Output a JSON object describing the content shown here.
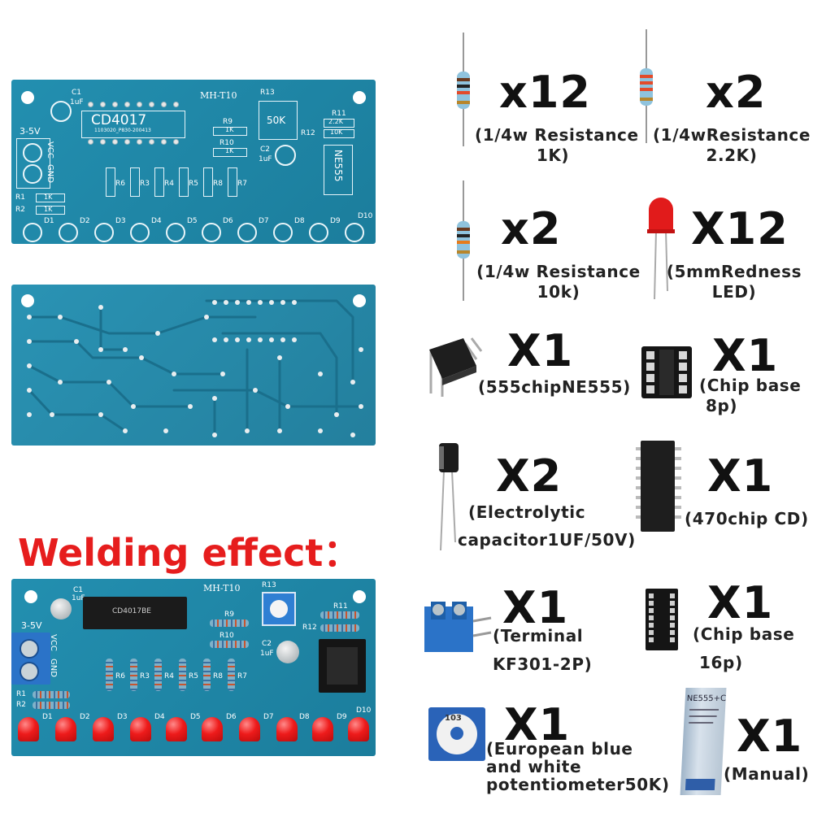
{
  "boards": {
    "front": {
      "title": "MH-T10",
      "chip": "CD4017",
      "chip_small": "1103020_P830-200413",
      "power": "3-5V",
      "vcc": "VCC",
      "gnd": "GND",
      "timer": "NE555",
      "pot": "50K",
      "labels": {
        "c1": "C1",
        "c1v": "1uF",
        "c2": "C2",
        "c2v": "1uF",
        "r13": "R13",
        "r11": "R11",
        "r12": "R12",
        "r9": "R9",
        "r10": "R10",
        "r1": "R1",
        "r2": "R2",
        "r3": "R3",
        "r4": "R4",
        "r5": "R5",
        "r6": "R6",
        "r7": "R7",
        "r8": "R8",
        "v_1k": "1K",
        "v_22k": "2.2K",
        "v_10k": "10K"
      },
      "leds": [
        "D1",
        "D2",
        "D3",
        "D4",
        "D5",
        "D6",
        "D7",
        "D8",
        "D9",
        "D10"
      ]
    },
    "welded": {
      "title": "MH-T10",
      "chip_marking": "CD4017BE",
      "power": "3-5V",
      "vcc": "VCC",
      "gnd": "GND",
      "labels": {
        "c1": "C1",
        "c1v": "1uF",
        "c2": "C2",
        "c2v": "1uF",
        "r13": "R13",
        "r11": "R11",
        "r12": "R12",
        "r9": "R9",
        "r10": "R10",
        "r1": "R1",
        "r2": "R2",
        "r3": "R3",
        "r4": "R4",
        "r5": "R5",
        "r6": "R6",
        "r7": "R7",
        "r8": "R8"
      },
      "leds": [
        "D1",
        "D2",
        "D3",
        "D4",
        "D5",
        "D6",
        "D7",
        "D8",
        "D9",
        "D10"
      ]
    }
  },
  "heading": "Welding effect：",
  "items": [
    {
      "qty": "x12",
      "desc": [
        "(1/4w Resistance",
        "1K)"
      ],
      "icon": "resistor-icon"
    },
    {
      "qty": "x2",
      "desc": [
        "(1/4wResistance",
        "2.2K)"
      ],
      "icon": "resistor-icon"
    },
    {
      "qty": "x2",
      "desc": [
        "(1/4w Resistance",
        "10k)"
      ],
      "icon": "resistor-icon"
    },
    {
      "qty": "X12",
      "desc": [
        "(5mmRedness",
        "LED)"
      ],
      "icon": "led-icon"
    },
    {
      "qty": "X1",
      "desc": [
        "(555chipNE555)"
      ],
      "icon": "dip8-chip-icon"
    },
    {
      "qty": "X1",
      "desc": [
        "(Chip base",
        "8p)"
      ],
      "icon": "ic-socket-8p-icon"
    },
    {
      "qty": "X2",
      "desc": [
        "(Electrolytic",
        "capacitor1UF/50V)"
      ],
      "icon": "capacitor-icon"
    },
    {
      "qty": "X1",
      "desc": [
        "(470chip CD)"
      ],
      "icon": "dip16-chip-icon"
    },
    {
      "qty": "X1",
      "desc": [
        "(Terminal",
        "KF301-2P)"
      ],
      "icon": "terminal-block-icon"
    },
    {
      "qty": "X1",
      "desc": [
        "(Chip base",
        "16p)"
      ],
      "icon": "ic-socket-16p-icon"
    },
    {
      "qty": "X1",
      "desc": [
        "(European blue",
        "and white",
        "potentiometer50K)"
      ],
      "icon": "potentiometer-icon"
    },
    {
      "qty": "X1",
      "desc": [
        "(Manual)"
      ],
      "icon": "manual-icon"
    }
  ],
  "pot_marking": "103",
  "manual_marking": "NE555+C",
  "colors": {
    "pcb": "#1f86a6",
    "led": "#ee1b1b",
    "heading": "#e61d1d",
    "terminal": "#2b73c8"
  }
}
